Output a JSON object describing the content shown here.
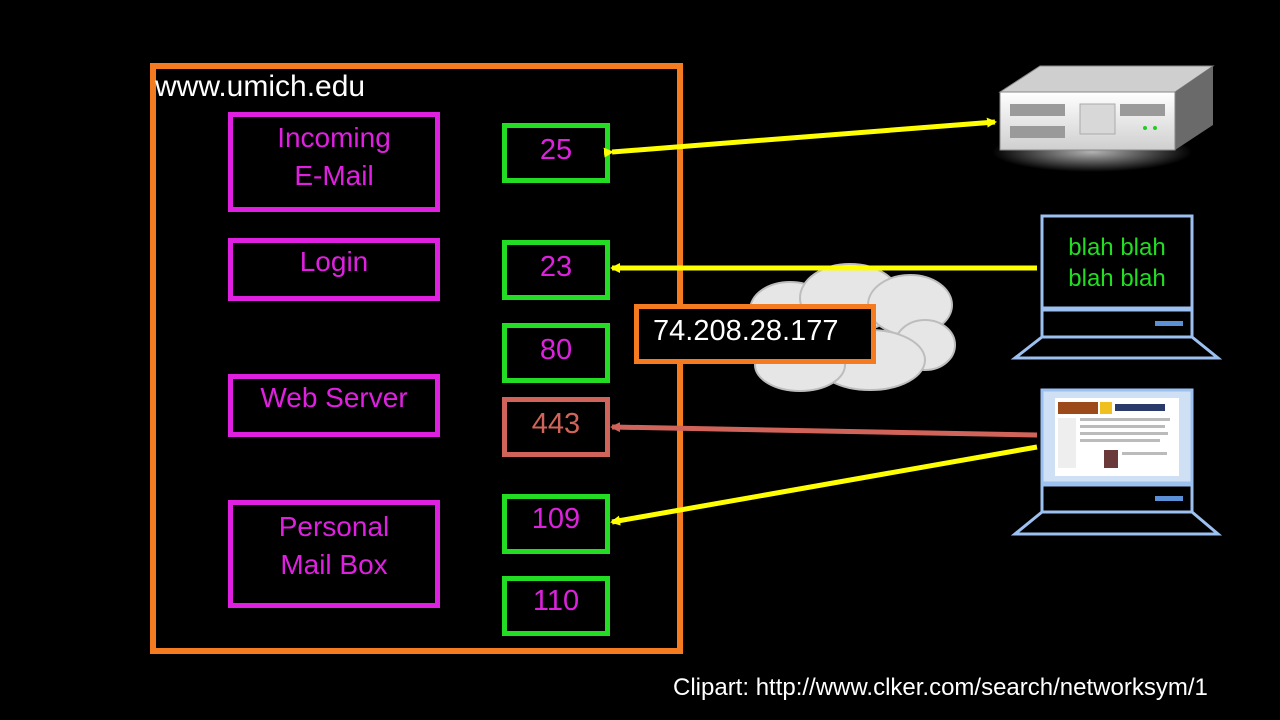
{
  "host": {
    "label": "www.umich.edu"
  },
  "services": {
    "incoming_email": {
      "line1": "Incoming",
      "line2": "E-Mail"
    },
    "login": {
      "label": "Login"
    },
    "web_server": {
      "label": "Web Server"
    },
    "personal_mailbox": {
      "line1": "Personal",
      "line2": "Mail Box"
    }
  },
  "ports": {
    "smtp": "25",
    "telnet": "23",
    "http": "80",
    "https": "443",
    "pop": "109",
    "pop3": "110"
  },
  "network": {
    "ip_address": "74.208.28.177"
  },
  "clients": {
    "terminal_line1": "blah blah",
    "terminal_line2": "blah blah"
  },
  "credit": "Clipart: http://www.clker.com/search/networksym/1",
  "colors": {
    "host_border": "#f47b20",
    "service_border": "#e020e0",
    "port_border": "#22dd22",
    "https_border": "#d0645a",
    "arrow_yellow": "#ffff00",
    "arrow_red": "#d0645a"
  }
}
